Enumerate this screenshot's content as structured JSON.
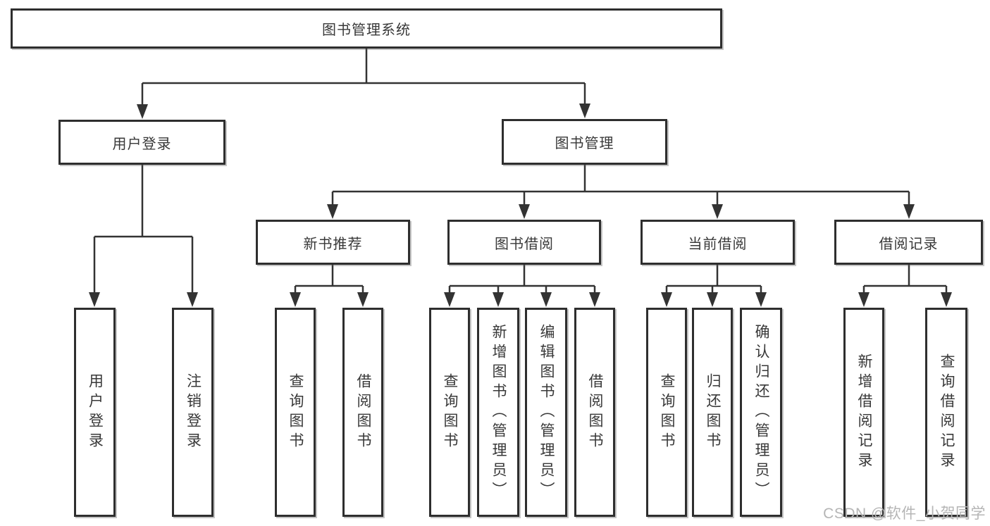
{
  "diagram": {
    "title_node": {
      "label": "图书管理系统"
    },
    "level2": [
      {
        "label": "用户登录"
      },
      {
        "label": "图书管理"
      }
    ],
    "level3": [
      {
        "label": "新书推荐"
      },
      {
        "label": "图书借阅"
      },
      {
        "label": "当前借阅"
      },
      {
        "label": "借阅记录"
      }
    ],
    "leaves": [
      {
        "label": "用户登录"
      },
      {
        "label": "注销登录"
      },
      {
        "label": "查询图书"
      },
      {
        "label": "借阅图书"
      },
      {
        "label": "查询图书"
      },
      {
        "label": "新增图书（管理员）"
      },
      {
        "label": "编辑图书（管理员）"
      },
      {
        "label": "借阅图书"
      },
      {
        "label": "查询图书"
      },
      {
        "label": "归还图书"
      },
      {
        "label": "确认归还（管理员）"
      },
      {
        "label": "新增借阅记录"
      },
      {
        "label": "查询借阅记录"
      }
    ],
    "colors": {
      "line": "#333333",
      "box_border": "#2e2e2e",
      "text": "#383838",
      "background": "#ffffff"
    }
  },
  "watermark": {
    "text": "CSDN @软件_小贺同学",
    "color": "#b5b5b5"
  }
}
